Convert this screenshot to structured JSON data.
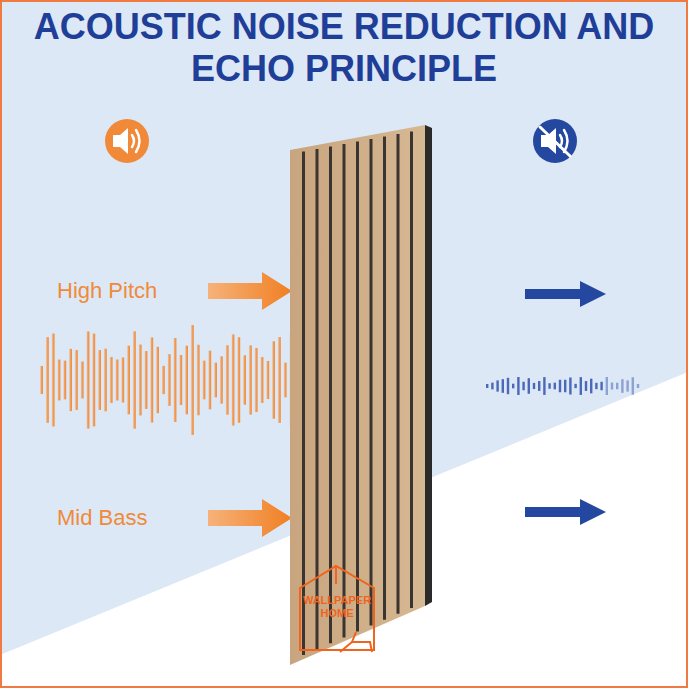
{
  "diagram": {
    "title": "ACOUSTIC NOISE REDUCTION AND ECHO PRINCIPLE",
    "labels": [
      "High Pitch",
      "Mid Bass",
      "WALLPAPER HOME"
    ]
  }
}
